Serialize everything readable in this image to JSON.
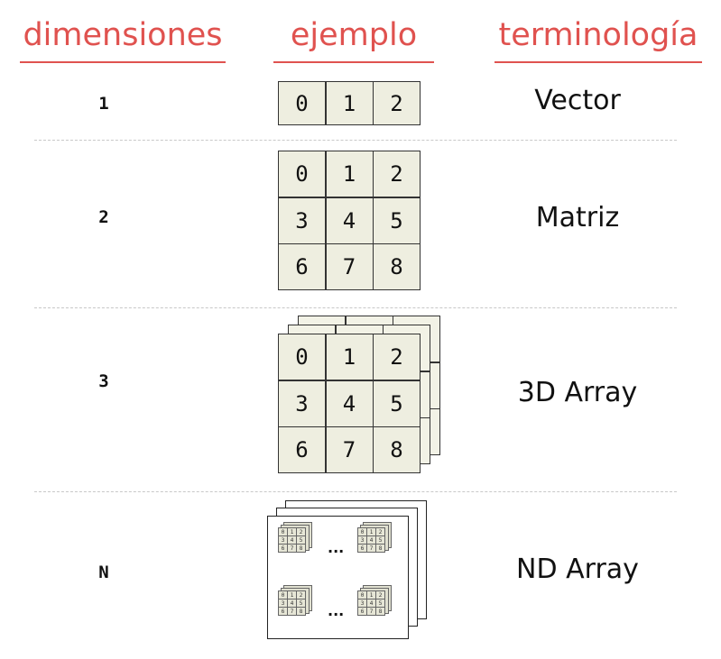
{
  "headers": {
    "dimensions": "dimensiones",
    "example": "ejemplo",
    "terminology": "terminología"
  },
  "rows": [
    {
      "dim": "1",
      "term": "Vector",
      "cells": [
        "0",
        "1",
        "2"
      ]
    },
    {
      "dim": "2",
      "term": "Matriz",
      "cells": [
        "0",
        "1",
        "2",
        "3",
        "4",
        "5",
        "6",
        "7",
        "8"
      ]
    },
    {
      "dim": "3",
      "term": "3D Array",
      "cells": [
        "0",
        "1",
        "2",
        "3",
        "4",
        "5",
        "6",
        "7",
        "8"
      ]
    },
    {
      "dim": "N",
      "term": "ND Array",
      "ellipsis": "..."
    }
  ],
  "mini_cells": [
    "0",
    "1",
    "2",
    "3",
    "4",
    "5",
    "6",
    "7",
    "8"
  ],
  "colors": {
    "header": "#e0524f",
    "cell_fill": "#eeeee0",
    "border": "#333333"
  }
}
